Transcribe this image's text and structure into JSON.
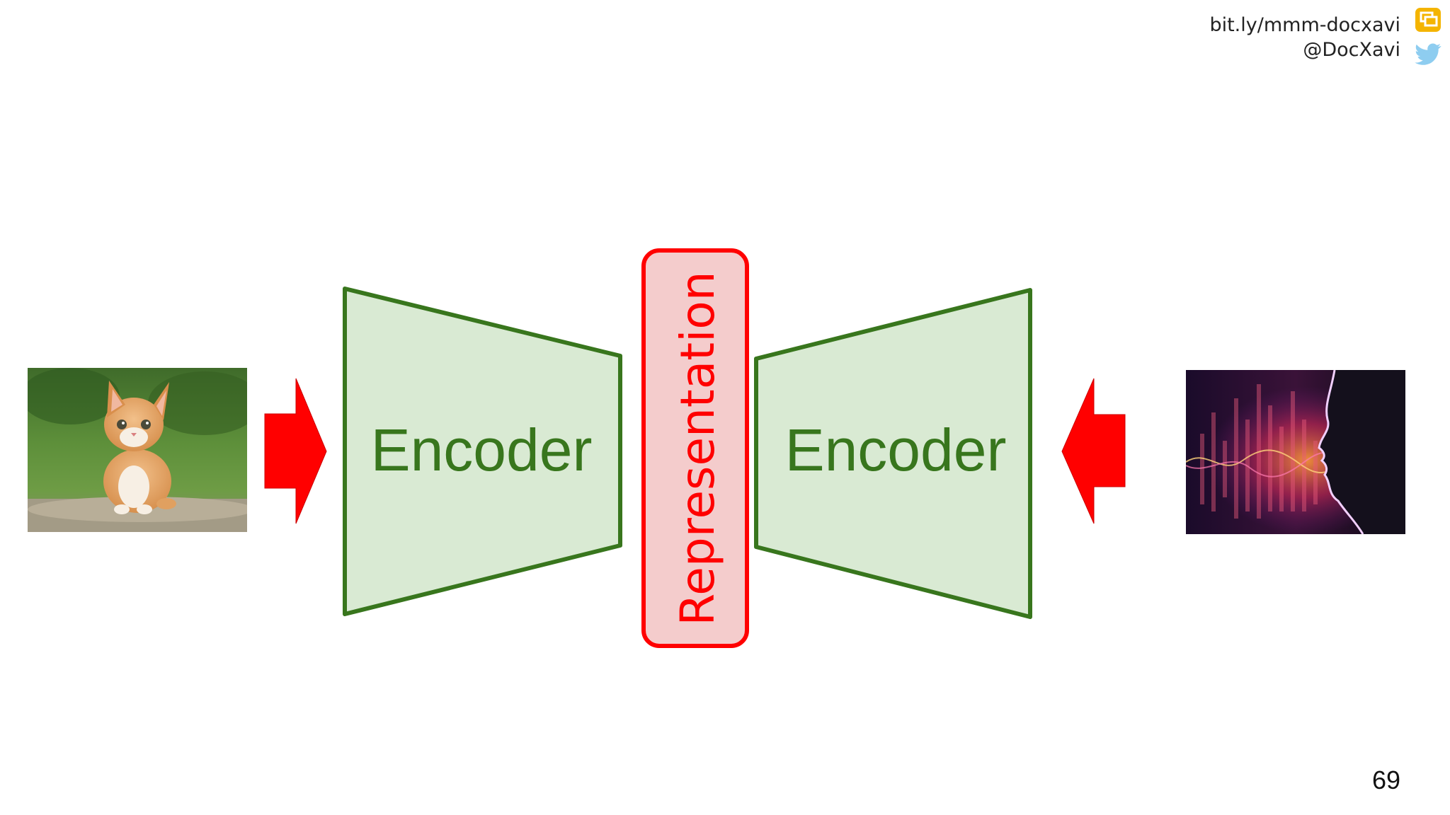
{
  "header": {
    "link": "bit.ly/mmm-docxavi",
    "handle": "@DocXavi",
    "icons": [
      "slides-icon",
      "twitter-icon"
    ]
  },
  "diagram": {
    "left_encoder_label": "Encoder",
    "right_encoder_label": "Encoder",
    "representation_label": "Representation",
    "left_input": "cat-photo",
    "right_input": "voice-waveform-photo",
    "colors": {
      "encoder_fill": "#d9ead3",
      "encoder_stroke": "#38761d",
      "encoder_text": "#38761d",
      "representation_fill": "#f4cccc",
      "representation_stroke": "#ff0000",
      "representation_text": "#ff0000",
      "arrow": "#ff0000"
    }
  },
  "page_number": "69"
}
